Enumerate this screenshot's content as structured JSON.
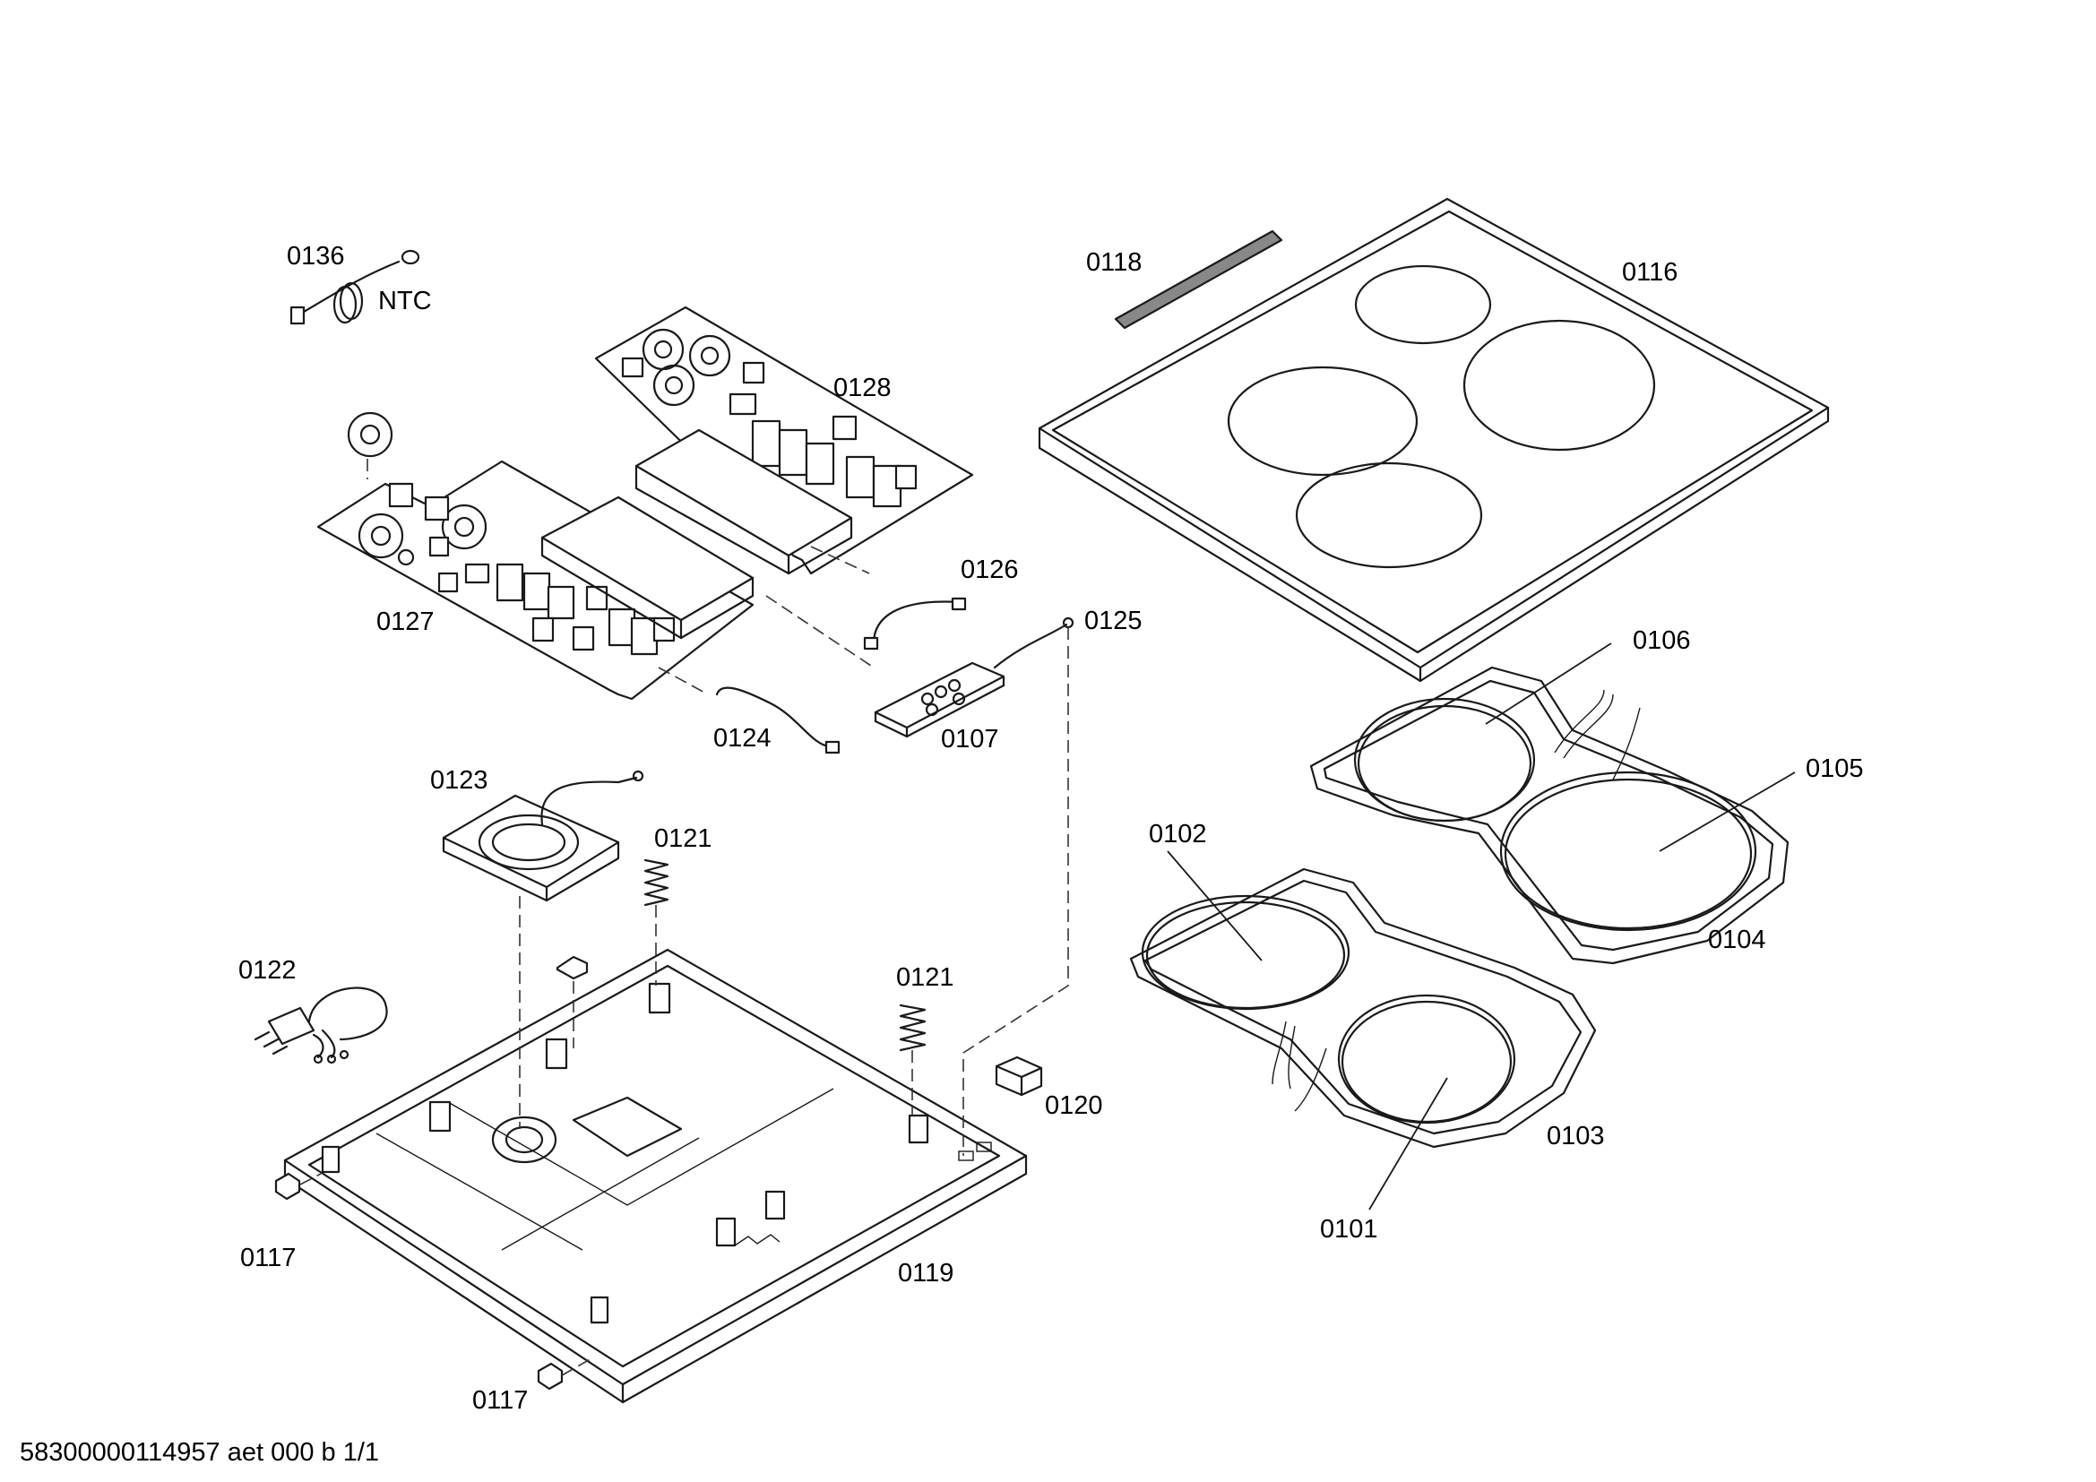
{
  "labels": {
    "p0136": "0136",
    "ntc": "NTC",
    "p0118": "0118",
    "p0116": "0116",
    "p0128": "0128",
    "p0127": "0127",
    "p0126": "0126",
    "p0125": "0125",
    "p0124": "0124",
    "p0107": "0107",
    "p0106": "0106",
    "p0105": "0105",
    "p0104": "0104",
    "p0102": "0102",
    "p0103": "0103",
    "p0101": "0101",
    "p0123": "0123",
    "p0121a": "0121",
    "p0121b": "0121",
    "p0122": "0122",
    "p0120": "0120",
    "p0119": "0119",
    "p0117a": "0117",
    "p0117b": "0117"
  },
  "footer": {
    "doc_id": "58300000114957 aet 000 b 1/1"
  },
  "colors": {
    "line": "#1a1a1a",
    "background": "#ffffff"
  }
}
